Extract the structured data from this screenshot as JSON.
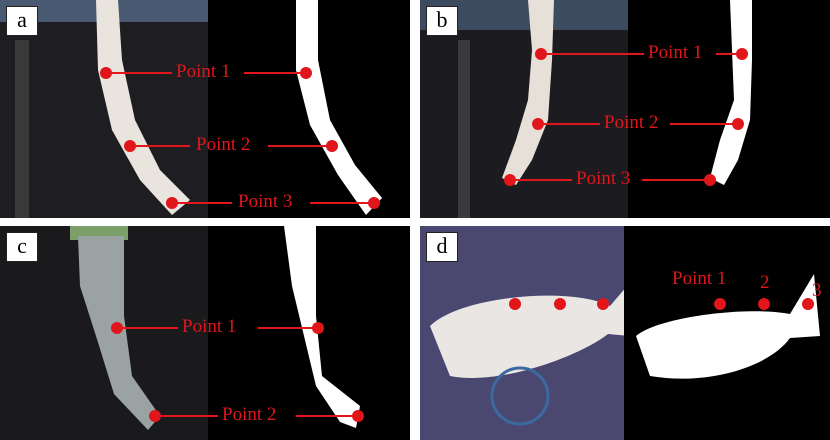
{
  "panels": {
    "a": {
      "label": "a",
      "points": [
        "Point 1",
        "Point 2",
        "Point 3"
      ]
    },
    "b": {
      "label": "b",
      "points": [
        "Point 1",
        "Point 2",
        "Point 3"
      ]
    },
    "c": {
      "label": "c",
      "points": [
        "Point 1",
        "Point 2"
      ]
    },
    "d": {
      "label": "d",
      "points": [
        "Point 1",
        "2",
        "3"
      ]
    }
  },
  "colors": {
    "marker": "#e0161b",
    "mask_bg": "#000000",
    "mask_fg": "#ffffff",
    "photo_bg": "#1b1b1d"
  }
}
